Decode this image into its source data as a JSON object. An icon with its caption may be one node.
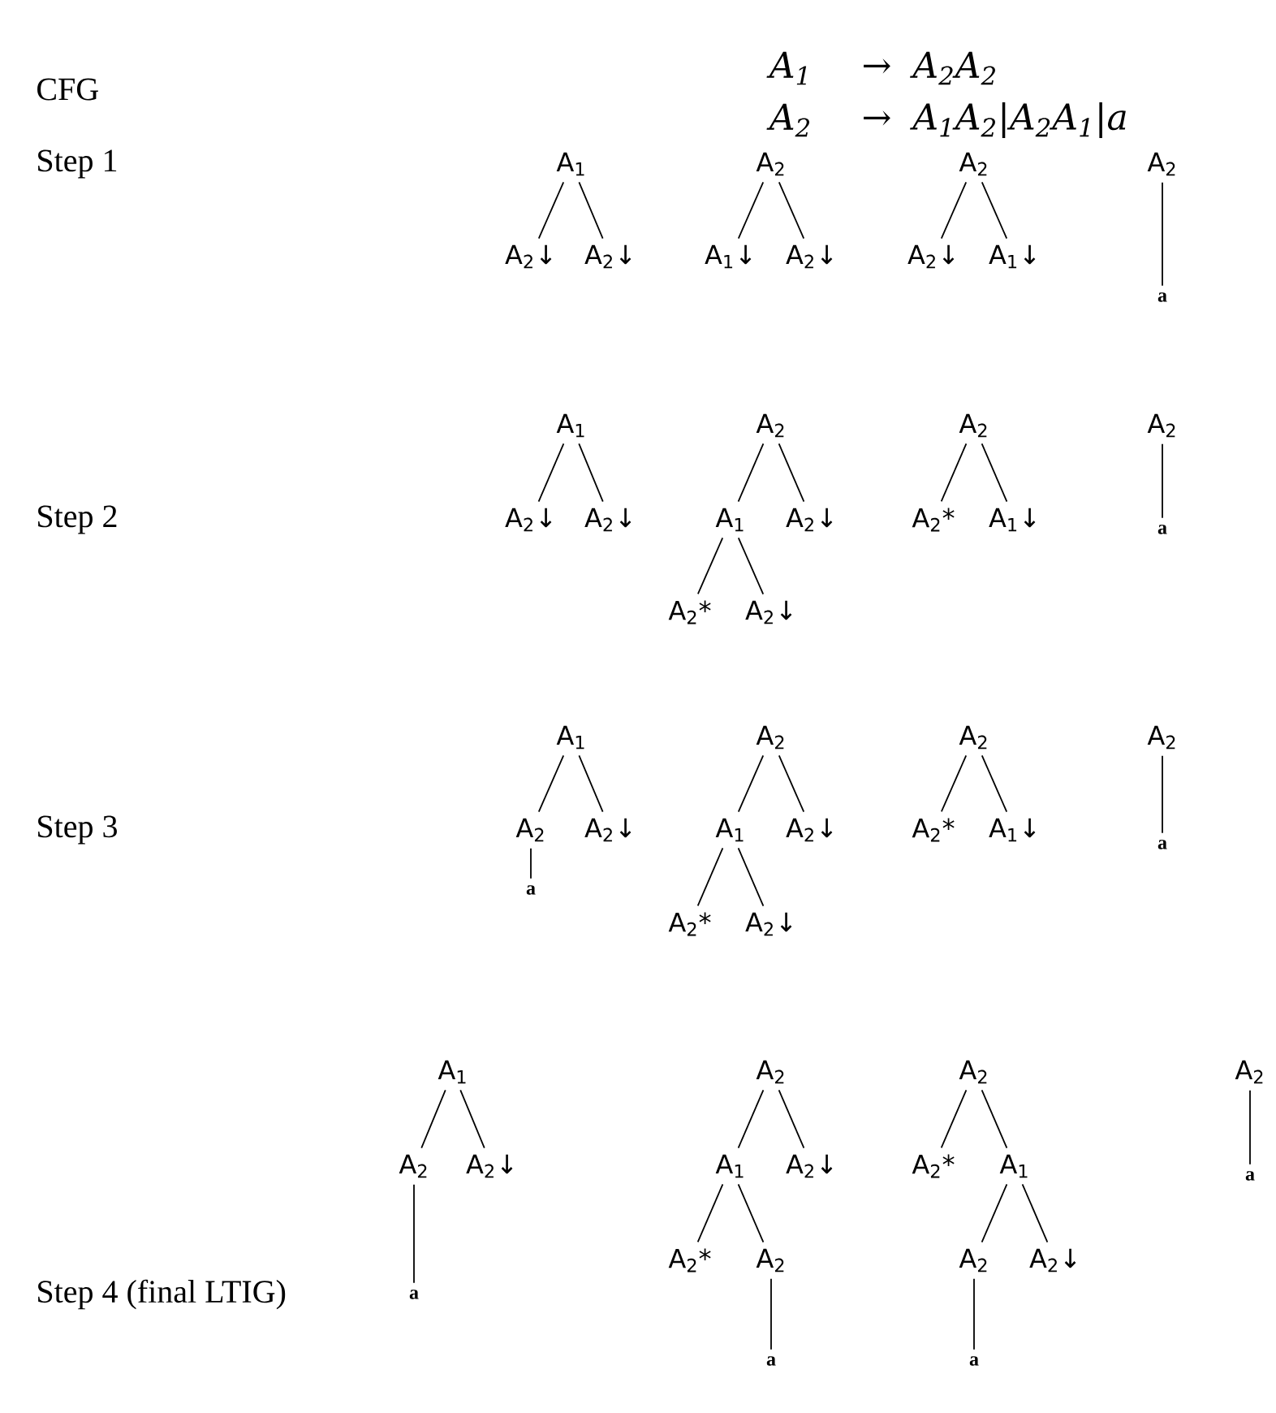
{
  "diagram": {
    "nodes": [
      {
        "text": [
          "A$_{1}$"
        ]
      },
      {
        "text": [
          "A$_{2}$↓"
        ]
      },
      {
        "text": [
          "A$_{2}$↓"
        ]
      },
      {
        "text": [
          "A$_{2}$"
        ]
      },
      {
        "text": [
          "A$_{1}$↓"
        ]
      },
      {
        "text": [
          "A$_{2}$↓"
        ]
      },
      {
        "text": [
          "A$_{2}$"
        ]
      },
      {
        "text": [
          "A$_{2}$↓"
        ]
      },
      {
        "text": [
          "A$_{1}$↓"
        ]
      },
      {
        "text": [
          "A$_{2}$"
        ]
      },
      {
        "text": [
          "a"
        ]
      },
      {
        "text": [
          "A$_{1}$"
        ]
      },
      {
        "text": [
          "A$_{2}$↓"
        ]
      },
      {
        "text": [
          "A$_{2}$↓"
        ]
      },
      {
        "text": [
          "A$_{2}$"
        ]
      },
      {
        "text": [
          "A$_{1}$"
        ]
      },
      {
        "text": [
          "A$_{2}$↓"
        ]
      },
      {
        "text": [
          "A$_{2}$*"
        ]
      },
      {
        "text": [
          "A$_{2}$↓"
        ]
      },
      {
        "text": [
          "A$_{2}$"
        ]
      },
      {
        "text": [
          "A$_{2}$*"
        ]
      },
      {
        "text": [
          "A$_{1}$↓"
        ]
      },
      {
        "text": [
          "A$_{2}$"
        ]
      },
      {
        "text": [
          "a"
        ]
      },
      {
        "text": [
          "A$_{1}$"
        ]
      },
      {
        "text": [
          "A$_{2}$"
        ]
      },
      {
        "text": [
          "A$_{2}$↓"
        ]
      },
      {
        "text": [
          "a"
        ]
      },
      {
        "text": [
          "A$_{2}$"
        ]
      },
      {
        "text": [
          "A$_{1}$"
        ]
      },
      {
        "text": [
          "A$_{2}$↓"
        ]
      },
      {
        "text": [
          "A$_{2}$*"
        ]
      },
      {
        "text": [
          "A$_{2}$↓"
        ]
      },
      {
        "text": [
          "A$_{2}$"
        ]
      },
      {
        "text": [
          "A$_{2}$*"
        ]
      },
      {
        "text": [
          "A$_{1}$↓"
        ]
      },
      {
        "text": [
          "A$_{2}$"
        ]
      },
      {
        "text": [
          "a"
        ]
      },
      {
        "text": [
          "A$_{1}$"
        ]
      },
      {
        "text": [
          "A$_{2}$"
        ]
      },
      {
        "text": [
          "A$_{2}$↓"
        ]
      },
      {
        "text": [
          "a"
        ]
      },
      {
        "text": [
          "A$_{2}$"
        ]
      },
      {
        "text": [
          "A$_{1}$"
        ]
      },
      {
        "text": [
          "A$_{2}$↓"
        ]
      },
      {
        "text": [
          "A$_{2}$*"
        ]
      },
      {
        "text": [
          "A$_{2}$"
        ]
      },
      {
        "text": [
          "a"
        ]
      },
      {
        "text": [
          "A$_{2}$"
        ]
      },
      {
        "text": [
          "A$_{2}$*"
        ]
      },
      {
        "text": [
          "A$_{1}$"
        ]
      },
      {
        "text": [
          "A$_{2}$"
        ]
      },
      {
        "text": [
          "A$_{2}$↓"
        ]
      },
      {
        "text": [
          "a"
        ]
      },
      {
        "text": [
          "A$_{2}$"
        ]
      },
      {
        "text": [
          "a"
        ]
      }
    ],
    "edges": [
      {
        "from": 0,
        "to": 1,
        "arrow": "none"
      },
      {
        "from": 0,
        "to": 2,
        "arrow": "none"
      },
      {
        "from": 3,
        "to": 4,
        "arrow": "none"
      },
      {
        "from": 3,
        "to": 5,
        "arrow": "none"
      },
      {
        "from": 6,
        "to": 7,
        "arrow": "none"
      },
      {
        "from": 6,
        "to": 8,
        "arrow": "none"
      },
      {
        "from": 9,
        "to": 10,
        "arrow": "none"
      },
      {
        "from": 11,
        "to": 12,
        "arrow": "none"
      },
      {
        "from": 11,
        "to": 13,
        "arrow": "none"
      },
      {
        "from": 14,
        "to": 15,
        "arrow": "none"
      },
      {
        "from": 14,
        "to": 16,
        "arrow": "none"
      },
      {
        "from": 15,
        "to": 17,
        "arrow": "none"
      },
      {
        "from": 15,
        "to": 18,
        "arrow": "none"
      },
      {
        "from": 19,
        "to": 20,
        "arrow": "none"
      },
      {
        "from": 19,
        "to": 21,
        "arrow": "none"
      },
      {
        "from": 22,
        "to": 23,
        "arrow": "none"
      },
      {
        "from": 24,
        "to": 25,
        "arrow": "none"
      },
      {
        "from": 24,
        "to": 26,
        "arrow": "none"
      },
      {
        "from": 25,
        "to": 27,
        "arrow": "none"
      },
      {
        "from": 28,
        "to": 29,
        "arrow": "none"
      },
      {
        "from": 28,
        "to": 30,
        "arrow": "none"
      },
      {
        "from": 29,
        "to": 31,
        "arrow": "none"
      },
      {
        "from": 29,
        "to": 32,
        "arrow": "none"
      },
      {
        "from": 33,
        "to": 34,
        "arrow": "none"
      },
      {
        "from": 33,
        "to": 35,
        "arrow": "none"
      },
      {
        "from": 36,
        "to": 37,
        "arrow": "none"
      },
      {
        "from": 38,
        "to": 39,
        "arrow": "none"
      },
      {
        "from": 38,
        "to": 40,
        "arrow": "none"
      },
      {
        "from": 39,
        "to": 41,
        "arrow": "none"
      },
      {
        "from": 42,
        "to": 43,
        "arrow": "none"
      },
      {
        "from": 42,
        "to": 44,
        "arrow": "none"
      },
      {
        "from": 43,
        "to": 45,
        "arrow": "none"
      },
      {
        "from": 43,
        "to": 46,
        "arrow": "none"
      },
      {
        "from": 46,
        "to": 47,
        "arrow": "none"
      },
      {
        "from": 48,
        "to": 49,
        "arrow": "none"
      },
      {
        "from": 48,
        "to": 50,
        "arrow": "none"
      },
      {
        "from": 50,
        "to": 51,
        "arrow": "none"
      },
      {
        "from": 50,
        "to": 52,
        "arrow": "none"
      },
      {
        "from": 51,
        "to": 53,
        "arrow": "none"
      },
      {
        "from": 54,
        "to": 55,
        "arrow": "none"
      }
    ],
    "labels": [
      "A$_{1}$",
      "→",
      "A$_{2}$A$_{2}$",
      "CFG",
      "A$_{2}$",
      "→",
      "A$_{1}$A$_{2}$|A$_{2}$A$_{1}$|a",
      "Step 1",
      "Step 2",
      "Step 3",
      "Step 4 (final LTIG)"
    ]
  }
}
